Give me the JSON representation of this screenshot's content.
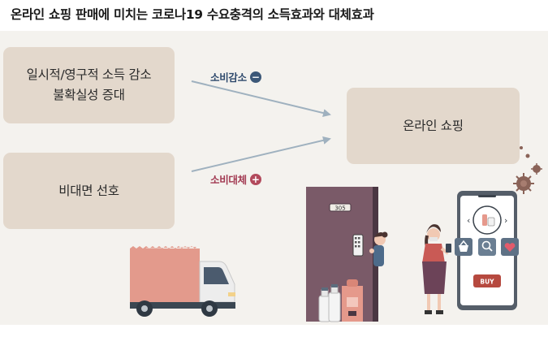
{
  "title": "온라인 쇼핑 판매에 미치는 코로나19 수요충격의 소득효과와 대체효과",
  "factors": {
    "income": {
      "line1": "일시적/영구적 소득 감소",
      "line2": "불확실성 증대"
    },
    "substitution": {
      "label": "비대면 선호"
    }
  },
  "target": {
    "label": "온라인 쇼핑"
  },
  "effects": {
    "income": {
      "label": "소비감소",
      "sign": "−"
    },
    "substitution": {
      "label": "소비대체",
      "sign": "+"
    }
  },
  "illustration": {
    "door_number": "305",
    "buy_button": "BUY"
  },
  "colors": {
    "box_fill": "#e3d8cc",
    "panel_bg": "#f4f2ee",
    "arrow": "#9fb1bf",
    "minus": "#3c5878",
    "plus": "#b24a5c"
  }
}
